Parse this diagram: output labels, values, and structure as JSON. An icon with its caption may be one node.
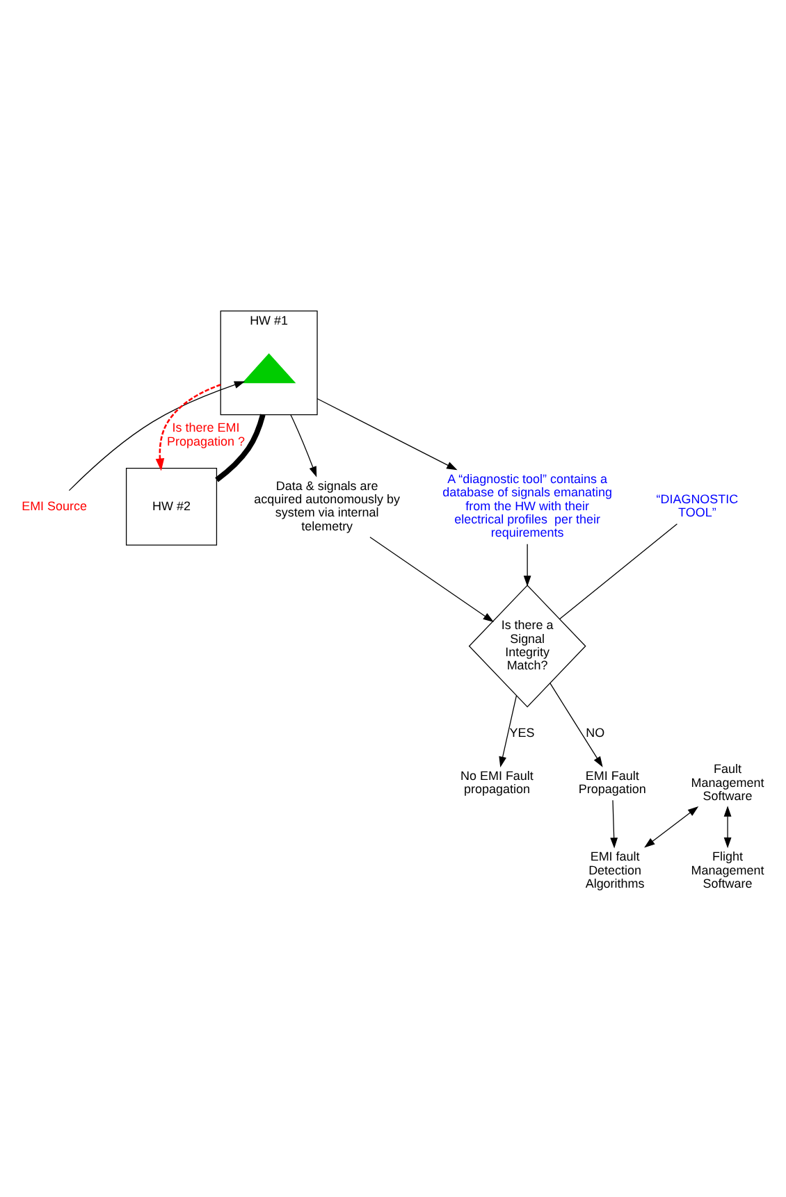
{
  "diagram": {
    "nodes": [
      {
        "text": [
          "HW #1"
        ]
      },
      {
        "text": [],
        "shape": "triangle",
        "in": 0
      },
      {
        "text": [
          "EMI Source"
        ]
      },
      {
        "text": [
          "HW #2"
        ]
      },
      {
        "text": [
          "Data & signals are acquired autonomously by system via internal telemetry"
        ]
      },
      {
        "text": [
          "A “diagnostic tool” contains a database of signals emanating from the HW with their electrical profiles  per their requirements"
        ]
      },
      {
        "text": [
          "“DIAGNOSTIC TOOL”"
        ]
      },
      {
        "text": [
          "Is there a Signal Integrity Match?"
        ]
      },
      {
        "text": [
          "No EMI Fault propagation"
        ]
      },
      {
        "text": [
          "EMI Fault Propagation"
        ]
      },
      {
        "text": [
          "Fault Management Software"
        ]
      },
      {
        "text": [
          "EMI fault Detection Algorithms"
        ]
      },
      {
        "text": [
          "Flight Management Software"
        ]
      }
    ],
    "edges": [
      {
        "from": 0,
        "to": 3,
        "arrow": "to",
        "label": "Is there EMI Propagation ?",
        "style": "dashed",
        "color": "#ff0000"
      },
      {
        "from": 0,
        "to": 3,
        "arrow": "none",
        "style": "thick"
      },
      {
        "from": 0,
        "to": 4,
        "arrow": "to"
      },
      {
        "from": 0,
        "to": 5,
        "arrow": "to"
      },
      {
        "from": 2,
        "to": 1,
        "arrow": "to"
      },
      {
        "from": 4,
        "to": 7,
        "arrow": "to"
      },
      {
        "from": 5,
        "to": 7,
        "arrow": "to"
      },
      {
        "from": 6,
        "to": 7,
        "arrow": "none"
      },
      {
        "from": 7,
        "to": 8,
        "arrow": "to",
        "label": "YES"
      },
      {
        "from": 7,
        "to": 9,
        "arrow": "to",
        "label": "NO"
      },
      {
        "from": 9,
        "to": 11,
        "arrow": "to"
      },
      {
        "from": 10,
        "to": 11,
        "arrow": "both"
      },
      {
        "from": 10,
        "to": 12,
        "arrow": "both"
      }
    ]
  }
}
